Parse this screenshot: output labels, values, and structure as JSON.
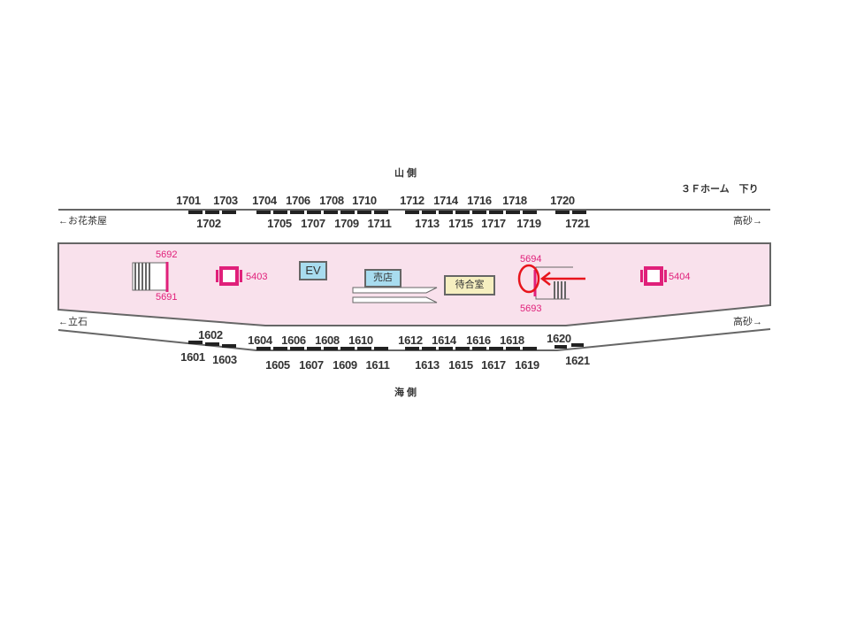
{
  "header": {
    "mountain_side": "山 側",
    "sea_side": "海 側",
    "platform_title": "３Ｆホーム　下り"
  },
  "directions": {
    "upper_left": "←お花茶屋",
    "upper_right": "高砂→",
    "lower_left": "←立石",
    "lower_right": "高砂→"
  },
  "upper_track": {
    "top_labels": [
      "1701",
      "1703",
      "1704",
      "1706",
      "1708",
      "1710",
      "1712",
      "1714",
      "1716",
      "1718",
      "1720"
    ],
    "bottom_labels": [
      "1702",
      "1705",
      "1707",
      "1709",
      "1711",
      "1713",
      "1715",
      "1717",
      "1719",
      "1721"
    ]
  },
  "lower_track": {
    "top_labels": [
      "1602",
      "1604",
      "1606",
      "1608",
      "1610",
      "1612",
      "1614",
      "1616",
      "1618",
      "1620"
    ],
    "bottom_labels": [
      "1601",
      "1603",
      "1605",
      "1607",
      "1609",
      "1611",
      "1613",
      "1615",
      "1617",
      "1619",
      "1621"
    ]
  },
  "platform": {
    "stairs_left_top": "5692",
    "stairs_left_bottom": "5691",
    "stairs_right_top": "5694",
    "stairs_right_bottom": "5693",
    "pillar_left": "5403",
    "pillar_right": "5404",
    "elevator": "EV",
    "kiosk": "売店",
    "waiting_room": "待合室"
  },
  "colors": {
    "platform": "#f9e1ec",
    "accent": "#e0207a",
    "highlight": "#e8141c",
    "box_fill": "#a8dcef",
    "waiting_fill": "#f6efc0"
  }
}
